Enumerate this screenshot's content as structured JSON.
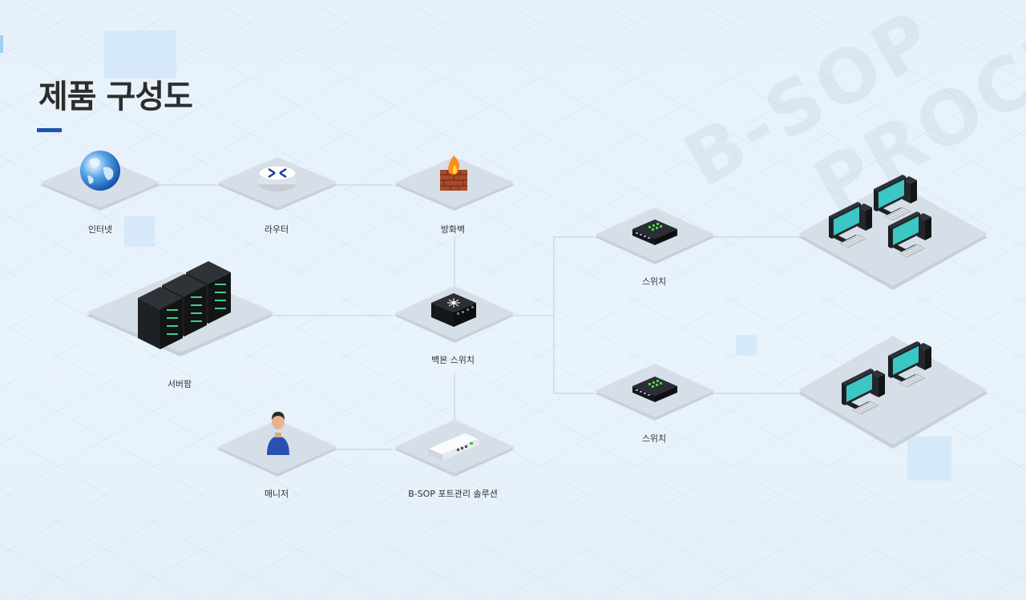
{
  "title": "제품 구성도",
  "watermark": [
    "B-SOP",
    "PROCE"
  ],
  "nodes": {
    "internet": "인터넷",
    "router": "라우터",
    "firewall": "방화벽",
    "server_farm": "서버팜",
    "backbone_switch": "백본 스위치",
    "manager": "매니저",
    "bsop": "B-SOP 포트관리 솔루션",
    "switch_top": "스위치",
    "switch_bottom": "스위치"
  },
  "colors": {
    "accent": "#1a55b0",
    "platform": "#d5dde6",
    "line": "#c2ccd6",
    "screen": "#3cc6c4"
  }
}
